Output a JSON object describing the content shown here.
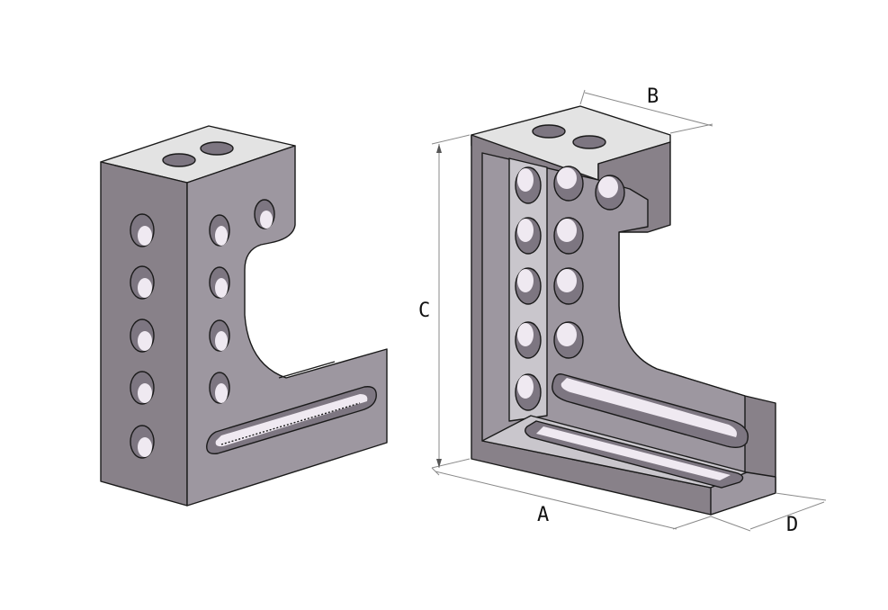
{
  "diagram": {
    "dimension_labels": {
      "a": "A",
      "b": "B",
      "c": "C",
      "d": "D"
    }
  },
  "colors": {
    "top_face": "#e3e3e3",
    "front_face": "#888189",
    "side_face": "#9d97a0",
    "hole_inner": "#efe9f1"
  }
}
